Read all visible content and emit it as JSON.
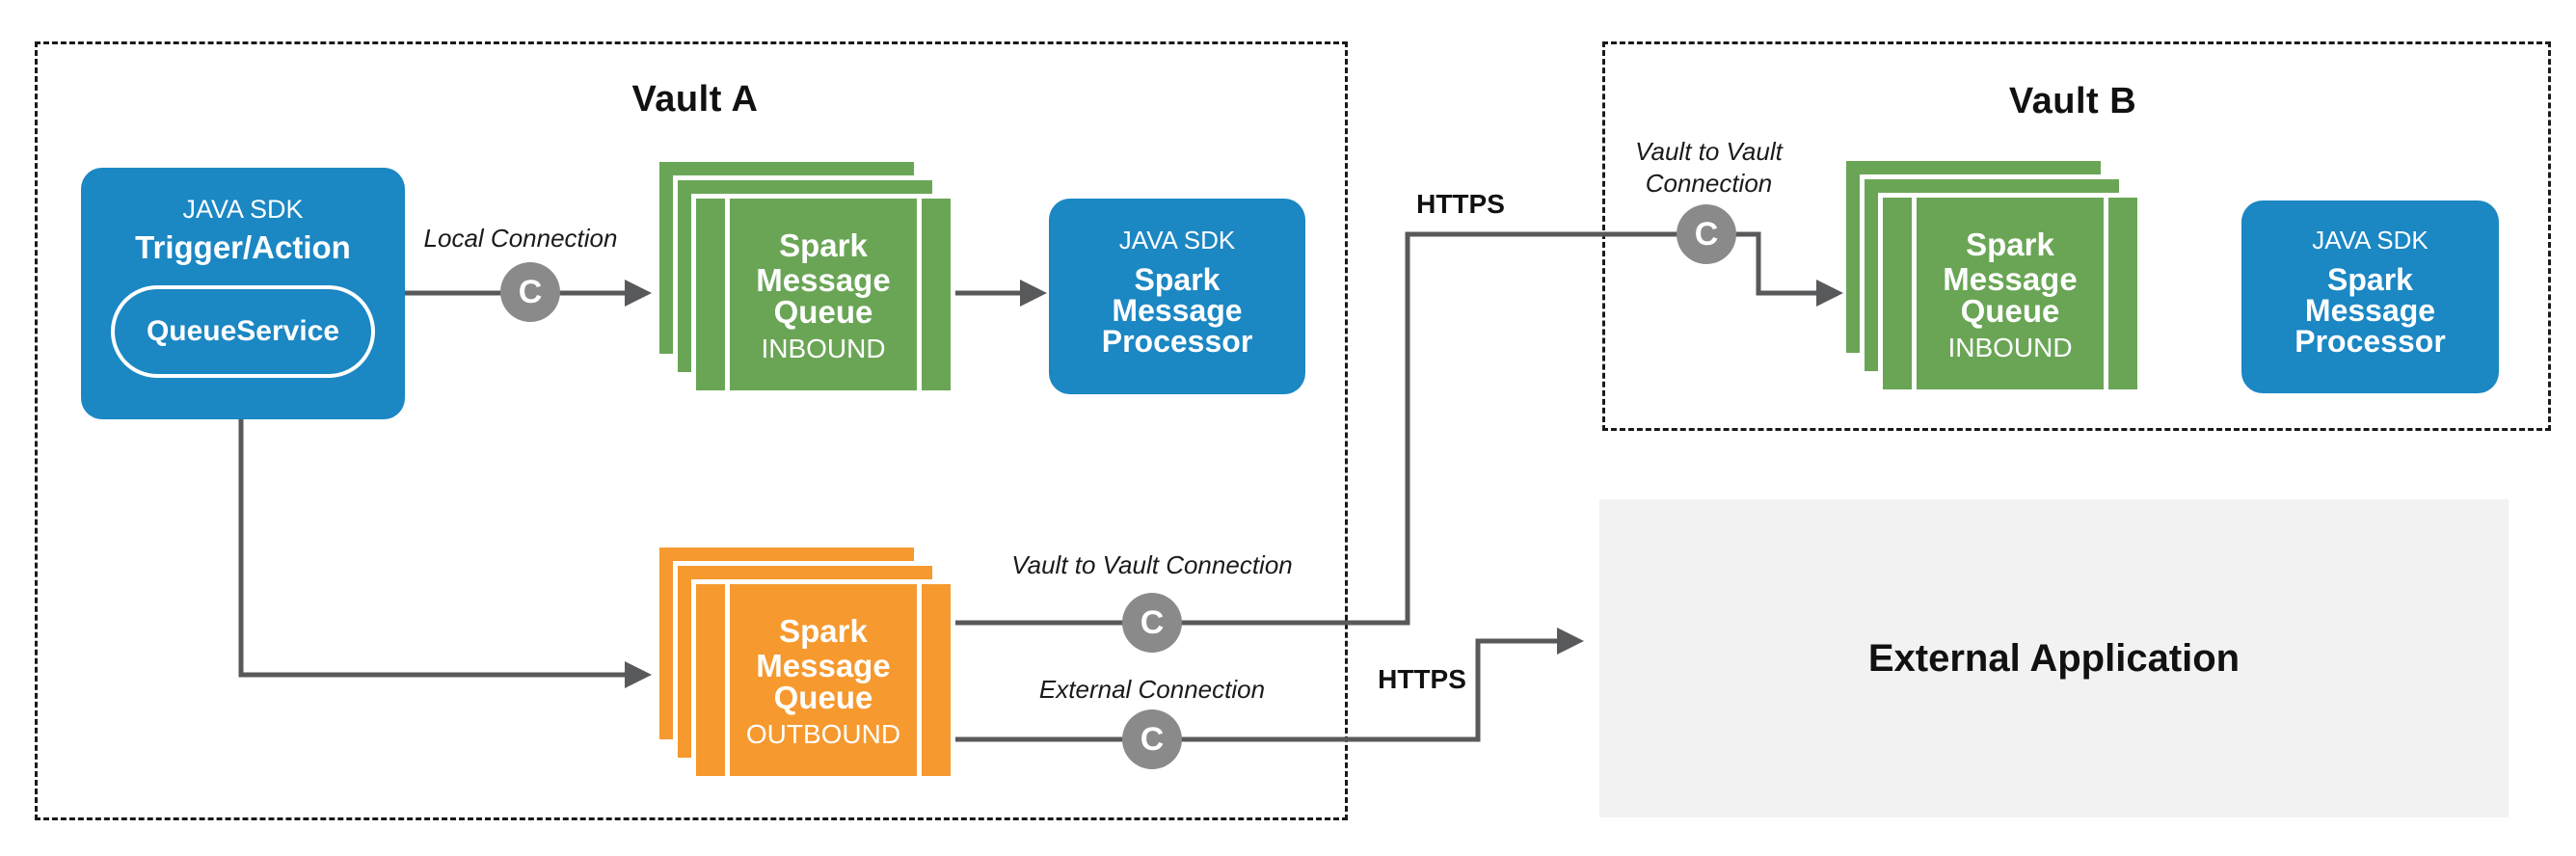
{
  "vault_a": {
    "title": "Vault A",
    "trigger": {
      "sdk": "JAVA SDK",
      "name": "Trigger/Action",
      "service": "QueueService"
    },
    "local_connection_label": "Local Connection",
    "inbound_queue": {
      "l1": "Spark",
      "l2": "Message",
      "l3": "Queue",
      "tag": "INBOUND"
    },
    "processor": {
      "sdk": "JAVA SDK",
      "l1": "Spark",
      "l2": "Message",
      "l3": "Processor"
    },
    "outbound_queue": {
      "l1": "Spark",
      "l2": "Message",
      "l3": "Queue",
      "tag": "OUTBOUND"
    },
    "vault_to_vault_label": "Vault to Vault Connection",
    "external_connection_label": "External Connection"
  },
  "vault_b": {
    "title": "Vault B",
    "vault_to_vault_label_line1": "Vault to Vault",
    "vault_to_vault_label_line2": "Connection",
    "inbound_queue": {
      "l1": "Spark",
      "l2": "Message",
      "l3": "Queue",
      "tag": "INBOUND"
    },
    "processor": {
      "sdk": "JAVA SDK",
      "l1": "Spark",
      "l2": "Message",
      "l3": "Processor"
    }
  },
  "external_application": {
    "title": "External Application"
  },
  "https_label": "HTTPS",
  "connector_badge": "C",
  "colors": {
    "vault_blue": "#1b87c3",
    "queue_green": "#6aa556",
    "queue_orange": "#f6992e",
    "badge_gray": "#8a8a8a",
    "line_gray": "#58595b",
    "external_bg": "#f2f2f2",
    "dashed_border": "#1a1a1a"
  }
}
